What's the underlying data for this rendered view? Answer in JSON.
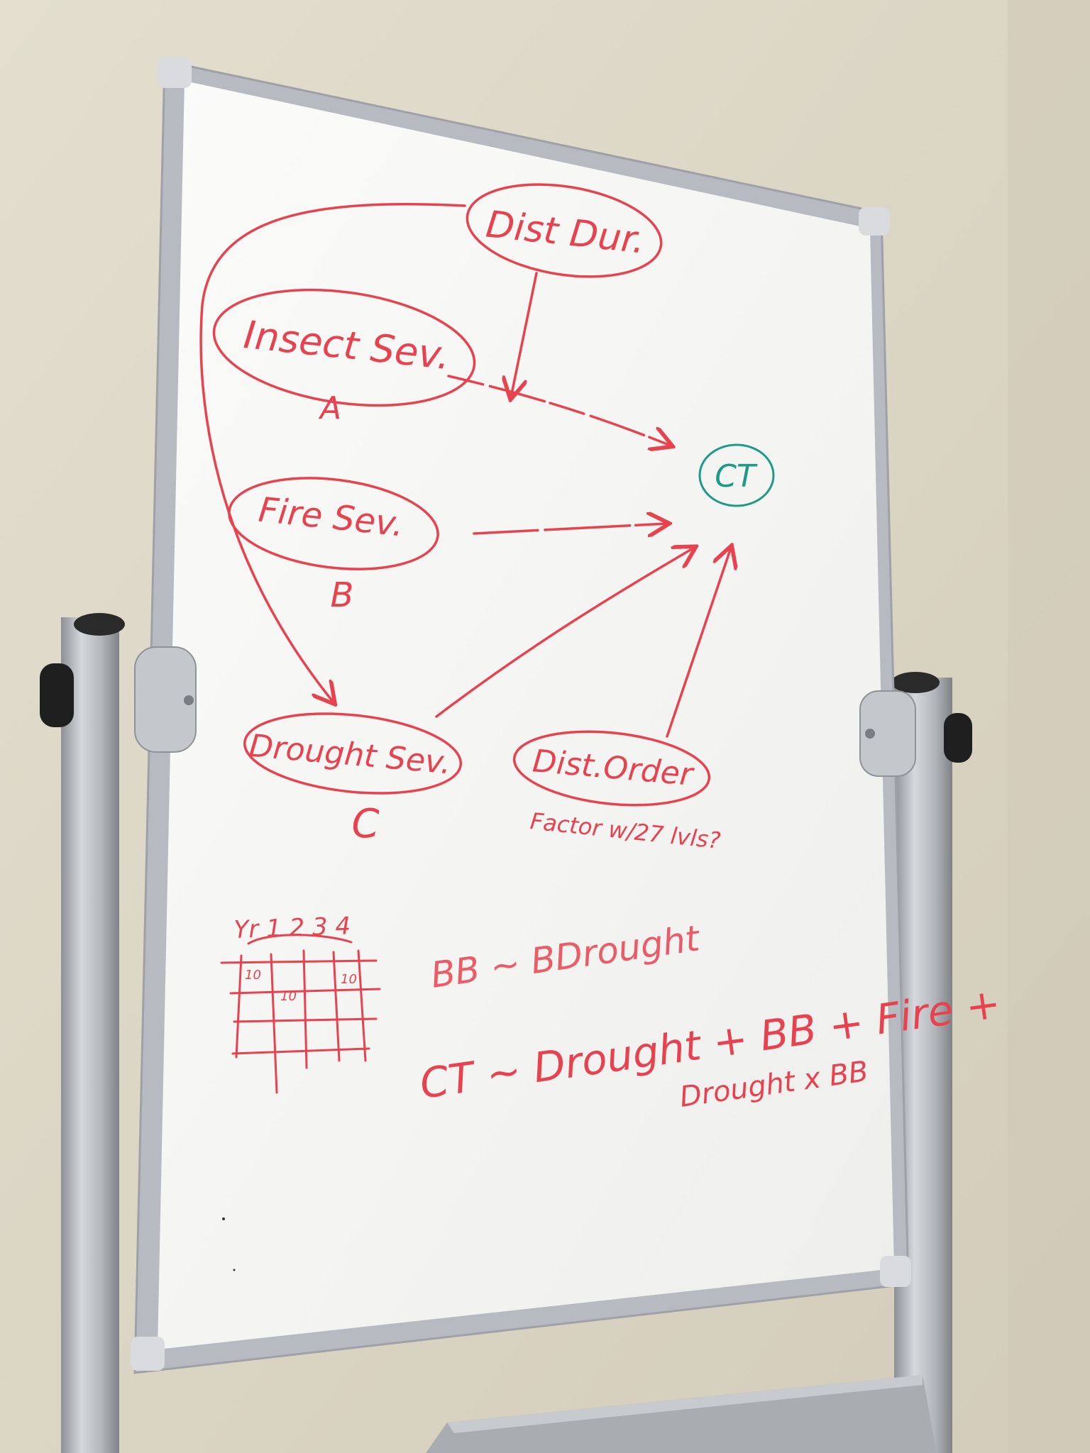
{
  "whiteboard": {
    "diagram": {
      "nodes": [
        {
          "id": "dist_dur",
          "label": "Dist Dur."
        },
        {
          "id": "insect_sev",
          "label": "Insect Sev.",
          "sublabel": "A"
        },
        {
          "id": "fire_sev",
          "label": "Fire Sev.",
          "sublabel": "B"
        },
        {
          "id": "drought_sev",
          "label": "Drought Sev.",
          "sublabel": "C"
        },
        {
          "id": "dist_order",
          "label": "Dist.Order",
          "sublabel": "Factor w/27 lvls?"
        },
        {
          "id": "ct",
          "label": "CT"
        }
      ]
    },
    "grid_sketch": {
      "header": "Yr 1 2 3 4",
      "cells": [
        "10",
        "10",
        "10"
      ]
    },
    "formulas": {
      "line1": "BB ~ BDrought",
      "line2": "CT ~ Drought + BB + Fire +",
      "line3": "Drought x BB"
    }
  },
  "colors": {
    "ink_red": "#e8424f",
    "ink_green": "#1e9a86",
    "wall": "#dcd6c6",
    "frame": "#b8bcc2",
    "board": "#f7f7f5"
  }
}
